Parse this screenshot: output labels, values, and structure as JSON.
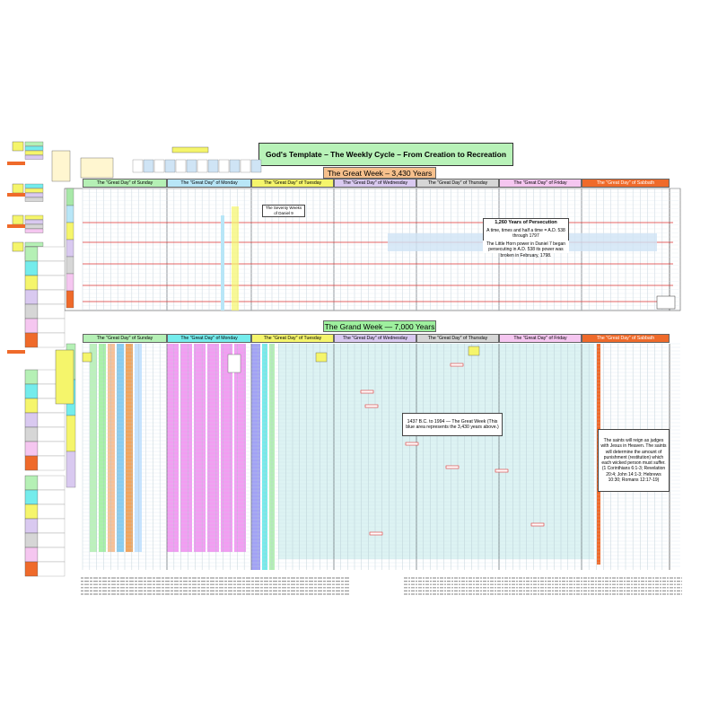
{
  "header": {
    "title": "God's Template – The Weekly Cycle – From Creation to Recreation",
    "great_week_title": "The Great Week – 3,430 Years",
    "grand_week_title": "The Grand Week — 7,000 Years"
  },
  "great_days": [
    {
      "label": "The \"Great Day\" of Sunday",
      "color": "#b5f0b5"
    },
    {
      "label": "The \"Great Day\" of Monday",
      "color": "#b8e6f7"
    },
    {
      "label": "The \"Great Day\" of Tuesday",
      "color": "#f5f56b"
    },
    {
      "label": "The \"Great Day\" of Wednesday",
      "color": "#d9c9f0"
    },
    {
      "label": "The \"Great Day\" of Thursday",
      "color": "#d6d6d6"
    },
    {
      "label": "The \"Great Day\" of Friday",
      "color": "#f5c6f0"
    },
    {
      "label": "The \"Great Day\" of Sabbath",
      "color": "#ef6a2a"
    }
  ],
  "grand_days": [
    {
      "label": "The \"Great Day\" of Sunday",
      "color": "#b5f0b5"
    },
    {
      "label": "The \"Great Day\" of Monday",
      "color": "#74ecec"
    },
    {
      "label": "The \"Great Day\" of Tuesday",
      "color": "#f5f56b"
    },
    {
      "label": "The \"Great Day\" of Wednesday",
      "color": "#d9c9f0"
    },
    {
      "label": "The \"Great Day\" of Thursday",
      "color": "#d6d6d6"
    },
    {
      "label": "The \"Great Day\" of Friday",
      "color": "#f5c6f0"
    },
    {
      "label": "The \"Great Day\" of Sabbath",
      "color": "#ef6a2a"
    }
  ],
  "notes": {
    "persecution_title": "1,260 Years of Persecution",
    "persecution_line1": "A time, times and half a time = A.D. 538 through 1797",
    "persecution_line2": "The Little Horn power in Daniel 7 began persecuting in A.D. 538 its power was broken in February, 1798.",
    "seventy_weeks": "The Seventy Weeks of Daniel 9",
    "great_week_note": "1437 B.C. to 1994 — The Great Week (This blue area represents the 3,430 years above.)",
    "saints_note": "The saints will reign as judges with Jesus in Heaven. The saints will determine the amount of punishment (restitution) which each wicked person must suffer. (1 Corinthians 6:1-3; Revelation 20:4; John 14:1-3; Hebrews 10:30; Romans 12:17-19)"
  },
  "palette": {
    "great_week_fill": "#ffffff",
    "grand_week_fill": "#ddf3f3",
    "grid_line": "#9fb6c6",
    "red_line": "#d33"
  }
}
